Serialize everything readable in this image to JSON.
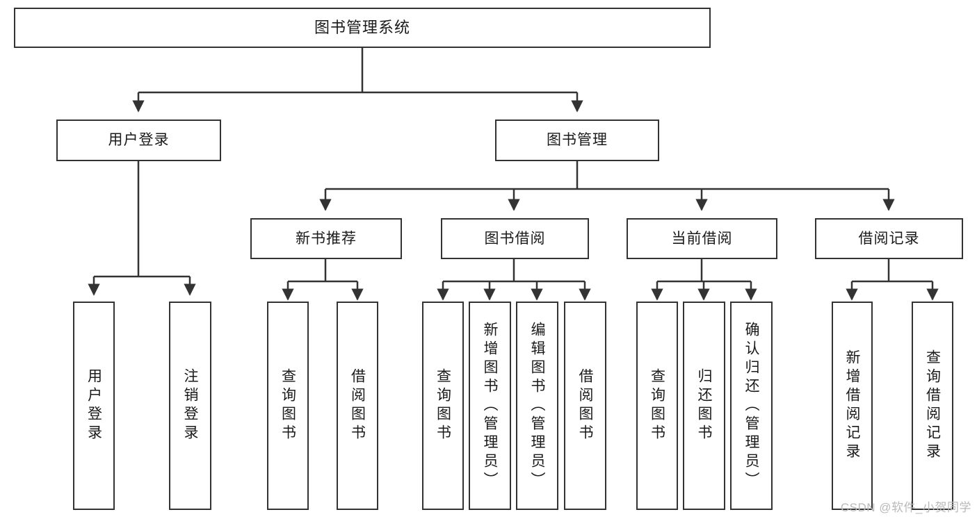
{
  "diagram": {
    "title": "图书管理系统",
    "type": "hierarchy-tree",
    "levels": 4,
    "nodes": {
      "root": {
        "label": "图书管理系统"
      },
      "level2": [
        {
          "id": "user-login",
          "label": "用户登录"
        },
        {
          "id": "book-manage",
          "label": "图书管理"
        }
      ],
      "level3": [
        {
          "id": "new-book-recommend",
          "label": "新书推荐",
          "parent": "book-manage"
        },
        {
          "id": "book-borrow",
          "label": "图书借阅",
          "parent": "book-manage"
        },
        {
          "id": "current-borrow",
          "label": "当前借阅",
          "parent": "book-manage"
        },
        {
          "id": "borrow-record",
          "label": "借阅记录",
          "parent": "book-manage"
        }
      ],
      "leaves": {
        "user-login": [
          {
            "id": "leaf-user-login",
            "label": "用户登录"
          },
          {
            "id": "leaf-user-logout",
            "label": "注销登录"
          }
        ],
        "new-book-recommend": [
          {
            "id": "leaf-query-book-1",
            "label": "查询图书"
          },
          {
            "id": "leaf-borrow-book-1",
            "label": "借阅图书"
          }
        ],
        "book-borrow": [
          {
            "id": "leaf-query-book-2",
            "label": "查询图书"
          },
          {
            "id": "leaf-add-book",
            "label": "新增图书（管理员）"
          },
          {
            "id": "leaf-edit-book",
            "label": "编辑图书（管理员）"
          },
          {
            "id": "leaf-borrow-book-2",
            "label": "借阅图书"
          }
        ],
        "current-borrow": [
          {
            "id": "leaf-query-book-3",
            "label": "查询图书"
          },
          {
            "id": "leaf-return-book",
            "label": "归还图书"
          },
          {
            "id": "leaf-confirm-return",
            "label": "确认归还（管理员）"
          }
        ],
        "borrow-record": [
          {
            "id": "leaf-add-record",
            "label": "新增借阅记录"
          },
          {
            "id": "leaf-query-record",
            "label": "查询借阅记录"
          }
        ]
      }
    },
    "colors": {
      "stroke": "#333333",
      "fill": "#ffffff",
      "text": "#1a1a1a",
      "watermark": "#b9b9b9"
    }
  },
  "watermark": {
    "text": "CSDN @软件_小贺同学"
  }
}
